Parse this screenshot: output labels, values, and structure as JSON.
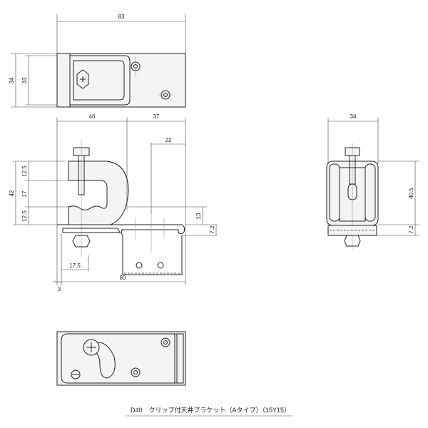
{
  "caption": "D40　クリップ付天井ブラケット（Aタイプ）（15Y15）",
  "dimensions": {
    "top_width": "83",
    "top_height_outer": "34",
    "top_height_inner": "33",
    "front_left": "46",
    "front_right": "37",
    "front_inner": "22",
    "front_total_height": "42",
    "front_upper": "12.5",
    "front_middle": "17",
    "front_lower": "12.5",
    "front_rail": "13",
    "front_rail_height": "7.2",
    "front_bolt_offset": "17.5",
    "front_base": "80",
    "front_offset": "3",
    "side_width": "34",
    "side_height": "40.5",
    "side_rail_height": "7.2"
  }
}
